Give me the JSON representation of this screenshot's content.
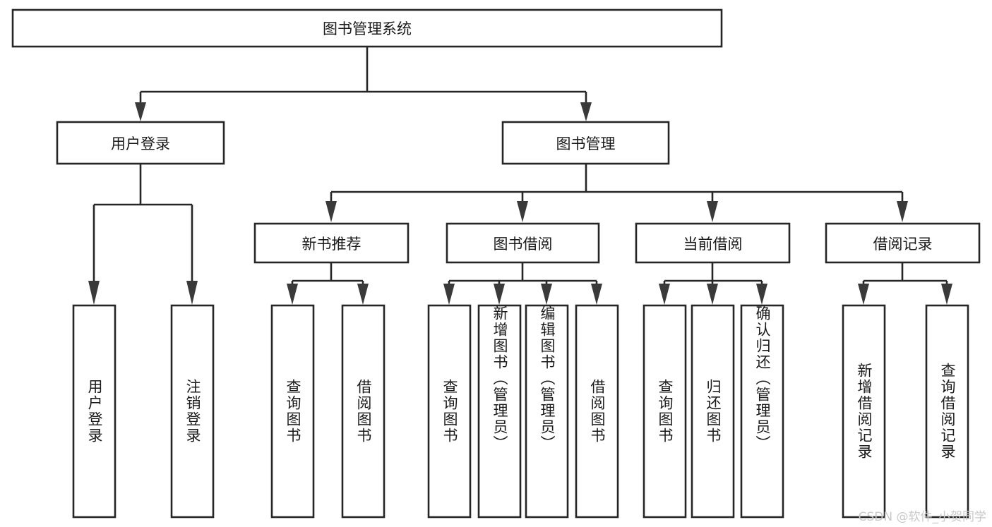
{
  "diagram": {
    "type": "tree-hierarchy-chart",
    "title_node": "图书管理系统",
    "watermark": "CSDN @软件_小贺同学",
    "colors": {
      "box_stroke": "#262626",
      "box_fill": "#ffffff",
      "text": "#1a1a1a",
      "background": "#ffffff",
      "watermark": "#c9c9c9"
    },
    "levels": {
      "level1": [
        {
          "id": "root",
          "label": "图书管理系统"
        }
      ],
      "level2": [
        {
          "id": "login",
          "label": "用户登录"
        },
        {
          "id": "bookmgmt",
          "label": "图书管理"
        }
      ],
      "level3": [
        {
          "id": "newbook",
          "label": "新书推荐"
        },
        {
          "id": "borrow",
          "label": "图书借阅"
        },
        {
          "id": "current",
          "label": "当前借阅"
        },
        {
          "id": "records",
          "label": "借阅记录"
        }
      ],
      "leaves": [
        {
          "id": "leaf-1",
          "parent": "login",
          "label": "用户登录"
        },
        {
          "id": "leaf-2",
          "parent": "login",
          "label": "注销登录"
        },
        {
          "id": "leaf-3",
          "parent": "newbook",
          "label": "查询图书"
        },
        {
          "id": "leaf-4",
          "parent": "newbook",
          "label": "借阅图书"
        },
        {
          "id": "leaf-5",
          "parent": "borrow",
          "label": "查询图书"
        },
        {
          "id": "leaf-6",
          "parent": "borrow",
          "label": "新增图书（管理员）"
        },
        {
          "id": "leaf-7",
          "parent": "borrow",
          "label": "编辑图书（管理员）"
        },
        {
          "id": "leaf-8",
          "parent": "borrow",
          "label": "借阅图书"
        },
        {
          "id": "leaf-9",
          "parent": "current",
          "label": "查询图书"
        },
        {
          "id": "leaf-10",
          "parent": "current",
          "label": "归还图书"
        },
        {
          "id": "leaf-11",
          "parent": "current",
          "label": "确认归还（管理员）"
        },
        {
          "id": "leaf-12",
          "parent": "records",
          "label": "新增借阅记录"
        },
        {
          "id": "leaf-13",
          "parent": "records",
          "label": "查询借阅记录"
        }
      ]
    }
  }
}
